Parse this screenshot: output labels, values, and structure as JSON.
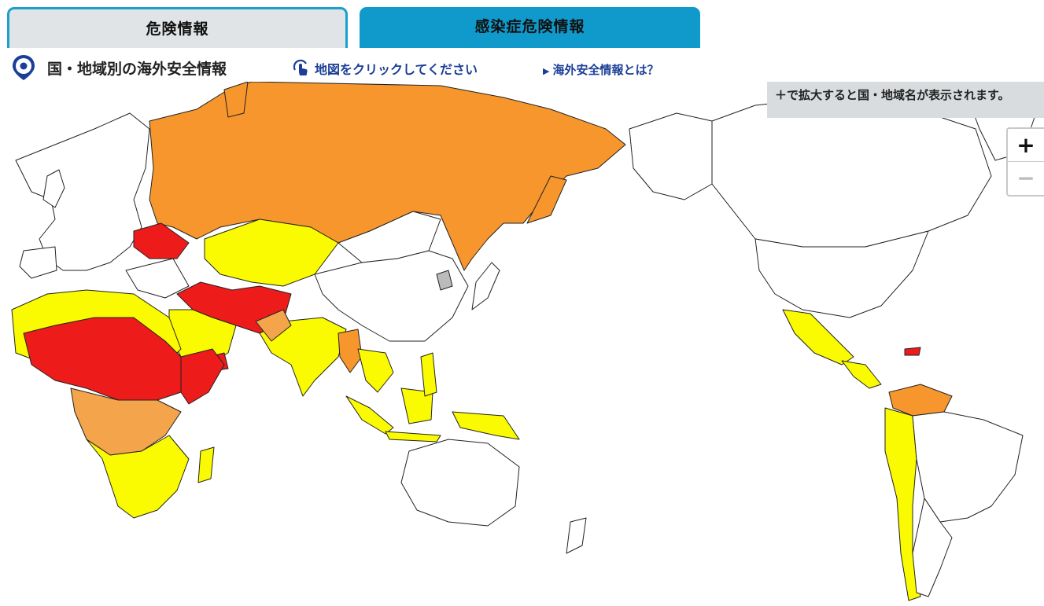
{
  "tabs": {
    "danger": "危険情報",
    "infection": "感染症危険情報"
  },
  "header": {
    "title": "国・地域別の海外安全情報",
    "click_hint": "地図をクリックしてください",
    "about_link": "海外安全情報とは？"
  },
  "map": {
    "zoom_note": "＋で拡大すると国・地域名が表示されます。",
    "zoom_in": "+",
    "zoom_out": "−"
  },
  "colors": {
    "level4": "#ee1b1b",
    "level3": "#f7962c",
    "level2": "#f4a44a",
    "level1": "#fafa00",
    "none": "#ffffff",
    "grey": "#bbbbbb",
    "tab_active": "#0f9acb",
    "link": "#1b3f97"
  }
}
